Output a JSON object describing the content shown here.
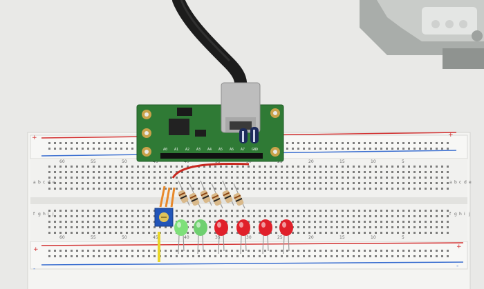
{
  "scene": {
    "description_free": true,
    "background_color": "#e9e9e7",
    "breadboard": {
      "color": "#f4f4f2",
      "rail_red": "#d23030",
      "rail_blue": "#3b6fd0",
      "column_numbers_top": [
        "60",
        "55",
        "50",
        "45",
        "40",
        "35",
        "30",
        "25",
        "20",
        "15",
        "10",
        "5"
      ],
      "column_numbers_bottom": [
        "60",
        "55",
        "50",
        "45",
        "40",
        "35",
        "30",
        "25",
        "20",
        "15",
        "10",
        "5"
      ],
      "row_letters_top": [
        "a",
        "b",
        "c",
        "d",
        "e"
      ],
      "row_letters_bottom": [
        "f",
        "g",
        "h",
        "i",
        "j"
      ],
      "rail_plus": "+",
      "rail_minus": "-"
    },
    "pcb": {
      "color": "#2f7a35",
      "chip_text": "",
      "pin_labels": [
        "A0",
        "A1",
        "A2",
        "A3",
        "A4",
        "A5",
        "A6",
        "A7",
        "GND"
      ]
    },
    "leds": [
      {
        "color": "#7fe07a"
      },
      {
        "color": "#6fd070"
      },
      {
        "color": "#e0202a"
      },
      {
        "color": "#e0202a"
      },
      {
        "color": "#e0202a"
      },
      {
        "color": "#e0202a"
      }
    ],
    "resistor_count": 6,
    "cable_color": "#1c1c1c",
    "connector_color": "#bdbdbd"
  }
}
